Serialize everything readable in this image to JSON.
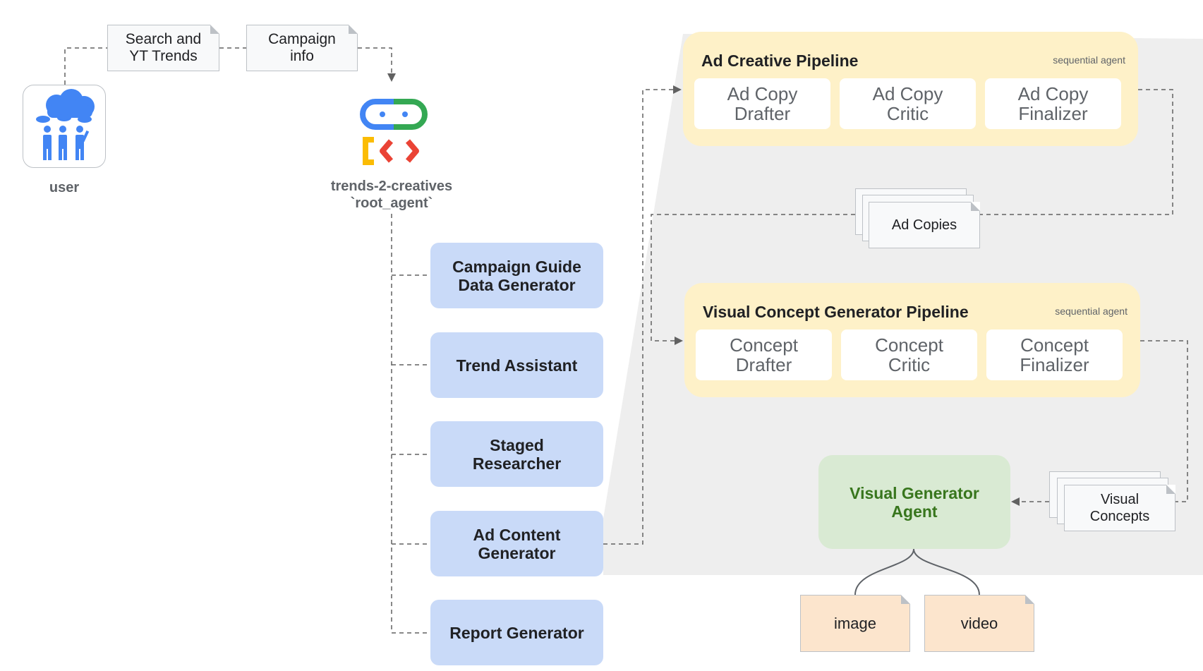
{
  "user": {
    "label": "user",
    "icon": "users-thinking-icon",
    "icon_color": "#4285f4"
  },
  "inputs": [
    {
      "label": "Search and\nYT Trends"
    },
    {
      "label": "Campaign\ninfo"
    }
  ],
  "root_agent": {
    "name": "trends-2-creatives\n`root_agent`",
    "logo_colors": {
      "blue": "#4285f4",
      "green": "#34a853",
      "yellow": "#fbbc04",
      "red": "#ea4335"
    }
  },
  "sub_agents": [
    {
      "label": "Campaign Guide\nData Generator"
    },
    {
      "label": "Trend Assistant"
    },
    {
      "label": "Staged\nResearcher"
    },
    {
      "label": "Ad Content\nGenerator"
    },
    {
      "label": "Report Generator"
    }
  ],
  "ad_pipeline": {
    "title": "Ad Creative Pipeline",
    "type": "sequential agent",
    "steps": [
      "Ad Copy\nDrafter",
      "Ad Copy\nCritic",
      "Ad Copy\nFinalizer"
    ]
  },
  "ad_copies": {
    "label": "Ad Copies"
  },
  "visual_pipeline": {
    "title": "Visual Concept Generator Pipeline",
    "type": "sequential agent",
    "steps": [
      "Concept\nDrafter",
      "Concept\nCritic",
      "Concept\nFinalizer"
    ]
  },
  "visual_concepts": {
    "label": "Visual\nConcepts"
  },
  "visual_generator": {
    "label": "Visual Generator\nAgent"
  },
  "outputs": [
    {
      "label": "image"
    },
    {
      "label": "video"
    }
  ],
  "colors": {
    "agent_fill": "#c9daf8",
    "pipeline_fill": "#fef1c8",
    "visual_agent_fill": "#d9ead3",
    "visual_agent_text": "#38761d",
    "media_fill": "#fce5cd",
    "expansion_shade": "#eeeeee",
    "connector": "#616161"
  }
}
